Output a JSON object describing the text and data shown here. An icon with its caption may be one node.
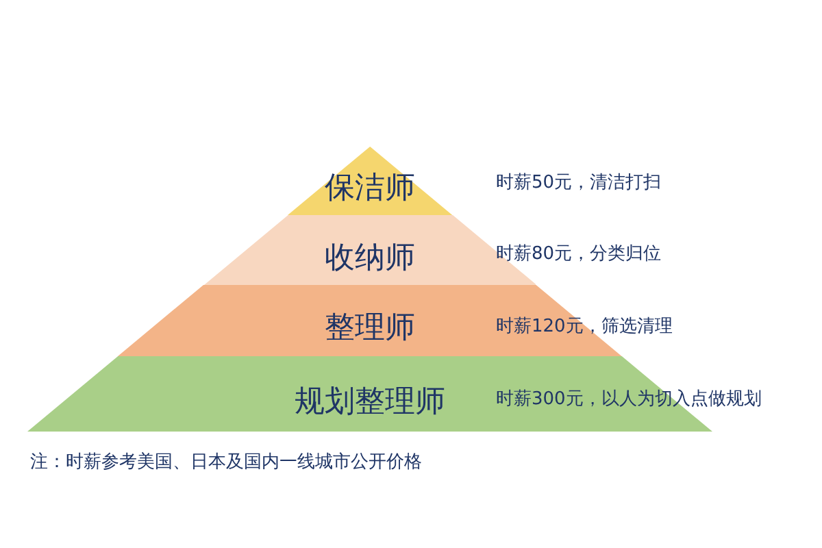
{
  "diagram": {
    "nodes": [
      {
        "text": [
          "保洁师"
        ]
      },
      {
        "text": [
          "收纳师"
        ]
      },
      {
        "text": [
          "整理师"
        ]
      },
      {
        "text": [
          "规划整理师"
        ]
      }
    ],
    "edges": [],
    "labels": [
      "时薪50元，清洁打扫",
      "时薪80元，分类归位",
      "时薪120元，筛选清理",
      "时薪300元，以人为切入点做规划",
      "注：时薪参考美国、日本及国内一线城市公开价格"
    ]
  }
}
